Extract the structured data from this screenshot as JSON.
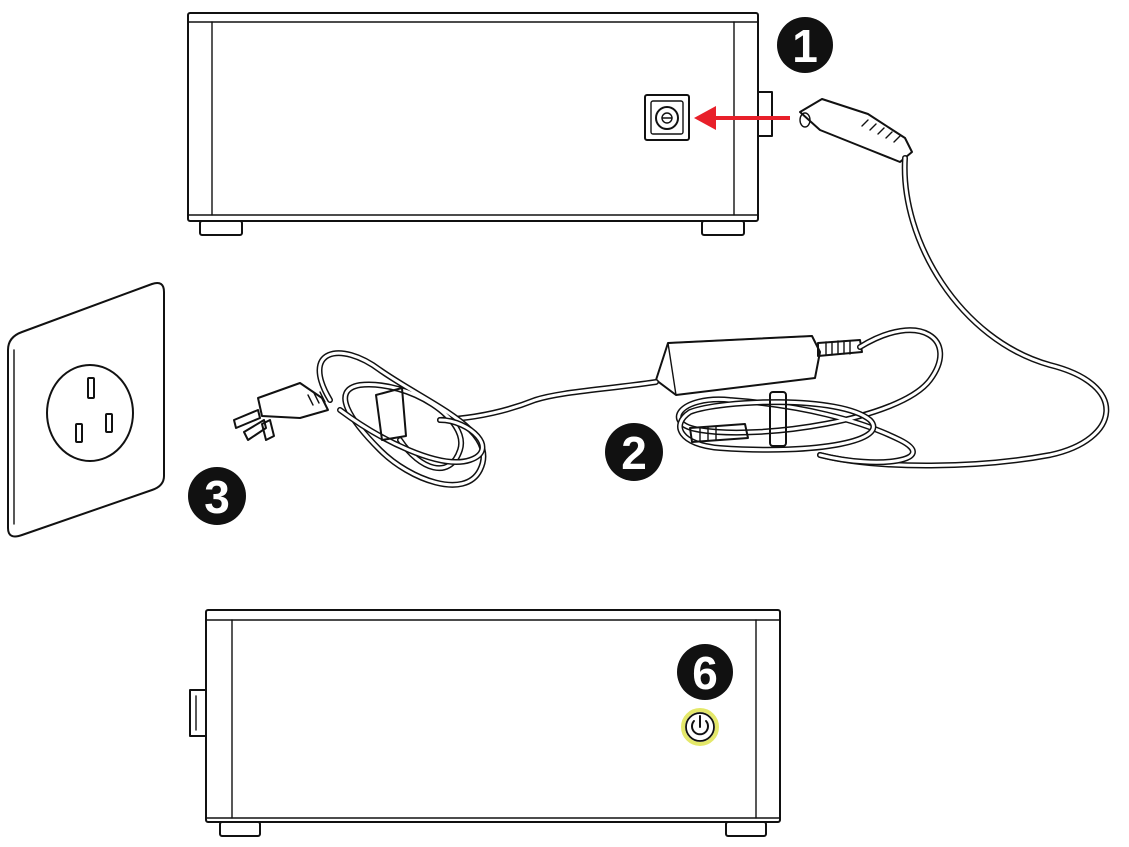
{
  "steps": {
    "step1": "1",
    "step2": "2",
    "step3": "3",
    "step6": "6"
  },
  "colors": {
    "arrow": "#e8202a",
    "power_glow": "#e4e86a",
    "line": "#111111",
    "badge": "#111111"
  },
  "icons": {
    "dc_jack": "dc-jack-icon",
    "power": "power-icon",
    "arrow": "arrow-left-icon"
  }
}
